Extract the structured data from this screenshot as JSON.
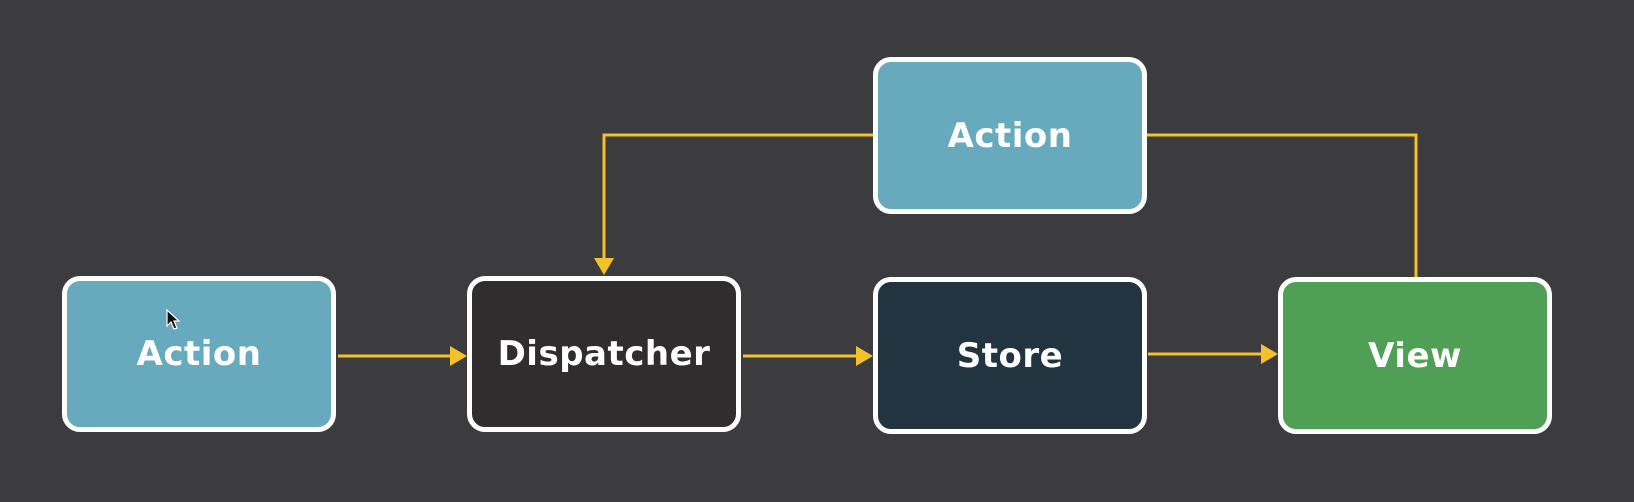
{
  "diagram": {
    "nodes": [
      {
        "id": "action-left",
        "label": "Action",
        "fill": "#67a9bd"
      },
      {
        "id": "dispatcher",
        "label": "Dispatcher",
        "fill": "#2f2d2e"
      },
      {
        "id": "store",
        "label": "Store",
        "fill": "#213440"
      },
      {
        "id": "view",
        "label": "View",
        "fill": "#4f9f55"
      },
      {
        "id": "action-top",
        "label": "Action",
        "fill": "#67a9bd"
      }
    ],
    "edges": [
      {
        "from": "action-left",
        "to": "dispatcher"
      },
      {
        "from": "dispatcher",
        "to": "store"
      },
      {
        "from": "store",
        "to": "view"
      },
      {
        "from": "view",
        "to": "action-top"
      },
      {
        "from": "action-top",
        "to": "dispatcher"
      }
    ],
    "colors": {
      "background": "#3c3c3e",
      "connector": "#f3c12a",
      "border": "#ffffff"
    }
  }
}
